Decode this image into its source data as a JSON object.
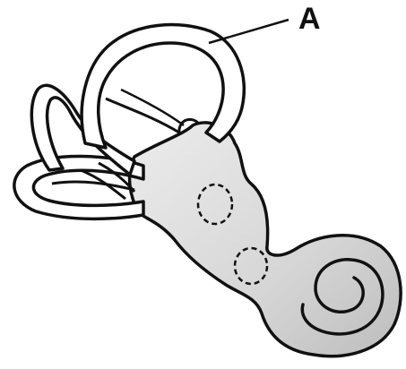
{
  "diagram": {
    "label_a": "A"
  },
  "colors": {
    "outline": "#111111",
    "fill": "#d8d8d8",
    "canal_fill": "#ffffff",
    "background": "#ffffff"
  },
  "parts": [
    "semicircular-canal-superior",
    "semicircular-canal-posterior",
    "semicircular-canal-lateral",
    "vestibule",
    "cochlea",
    "oval-window-dashed",
    "round-window-dashed"
  ]
}
